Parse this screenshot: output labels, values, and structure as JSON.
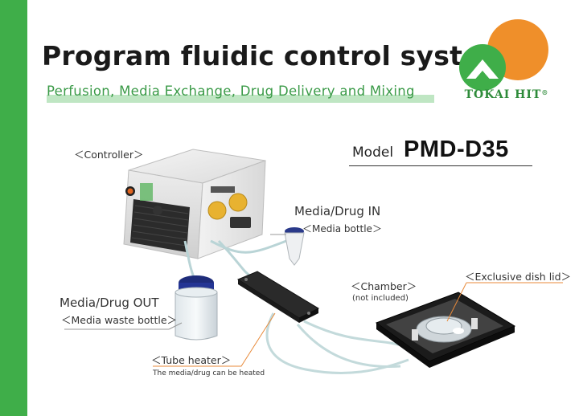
{
  "header": {
    "title": "Program fluidic control system",
    "subtitle": "Perfusion, Media Exchange, Drug Delivery and Mixing"
  },
  "logo": {
    "text": "TOKAI HIT",
    "reg_mark": "®",
    "colors": {
      "orange": "#ef8f2a",
      "green": "#3fae49"
    }
  },
  "model": {
    "label": "Model",
    "number": "PMD-D35"
  },
  "labels": {
    "controller": "＜Controller＞",
    "media_in": "Media/Drug IN",
    "media_bottle": "＜Media bottle＞",
    "media_out": "Media/Drug OUT",
    "waste_bottle": "＜Media waste bottle＞",
    "chamber": "＜Chamber＞",
    "not_included": "(not included)",
    "dish_lid": "＜Exclusive dish lid＞",
    "tube_heater": "＜Tube heater＞",
    "heater_note": "The media/drug can be heated"
  },
  "colors": {
    "accent_green": "#3fae49",
    "leader_orange": "#e88a3a"
  }
}
